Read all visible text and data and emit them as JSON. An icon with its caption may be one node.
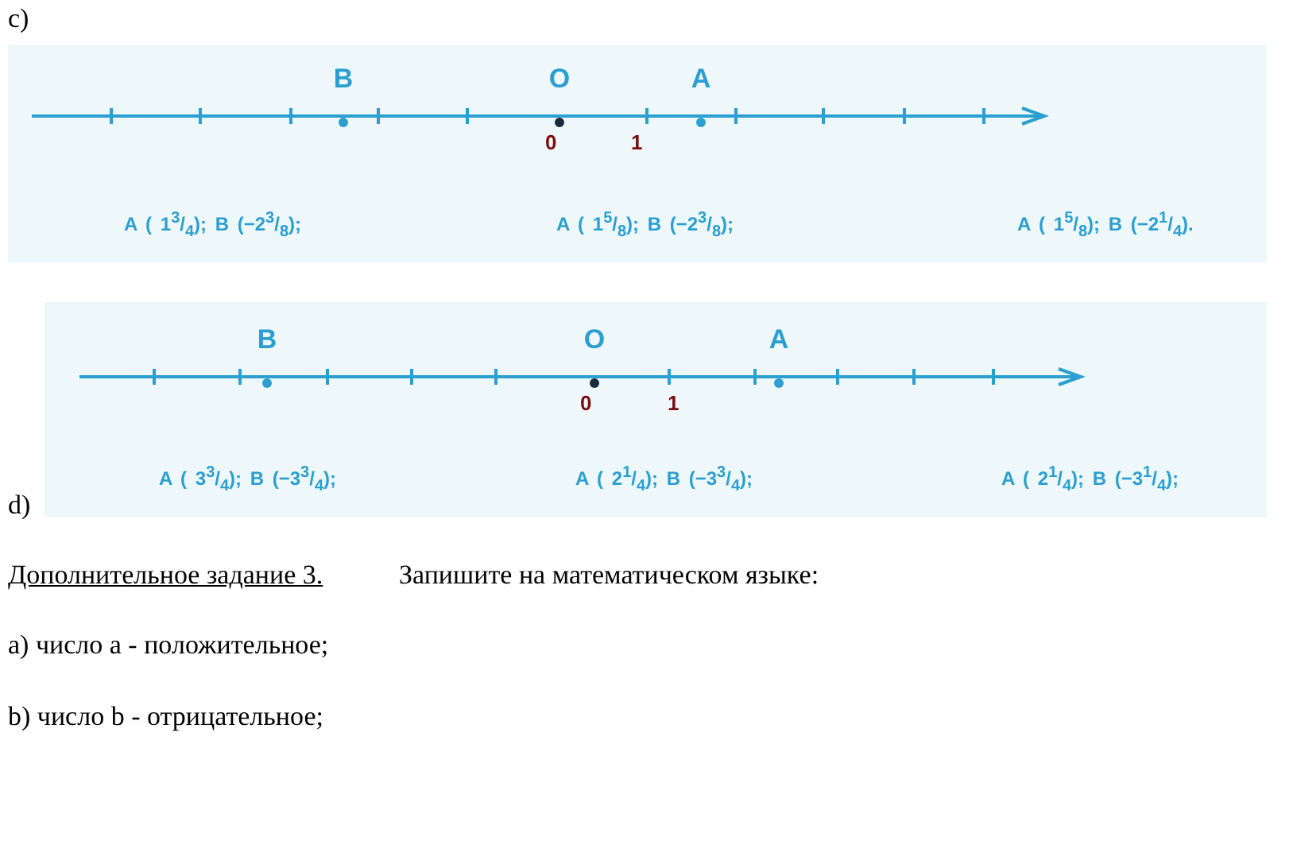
{
  "diagram": {
    "nodes": [
      {
        "text": [
          "B"
        ]
      },
      {
        "text": [
          "O"
        ]
      },
      {
        "text": [
          "A"
        ]
      },
      {
        "text": [
          "B"
        ]
      },
      {
        "text": [
          "O"
        ]
      },
      {
        "text": [
          "A"
        ]
      }
    ],
    "labels": [
      "c)",
      "0",
      "1",
      "A ( 1$^{3}$/$_{4}$); B (−2$^{3}$/$_{8}$);",
      "A ( 1$^{5}$/$_{8}$); B (−2$^{3}$/$_{8}$);",
      "A ( 1$^{5}$/$_{8}$); B (−2$^{1}$/$_{4}$).",
      "0",
      "1",
      "A ( 3$^{3}$/$_{4}$); B (−3$^{3}$/$_{4}$);",
      "A ( 2$^{1}$/$_{4}$); B (−3$^{3}$/$_{4}$);",
      "A ( 2$^{1}$/$_{4}$); B (−3$^{1}$/$_{4}$);",
      "d)",
      "Дополнительное задание 3.",
      "Запишите на математическом языке:",
      "а) число a - положительное;",
      "b) число b - отрицательное;"
    ]
  }
}
